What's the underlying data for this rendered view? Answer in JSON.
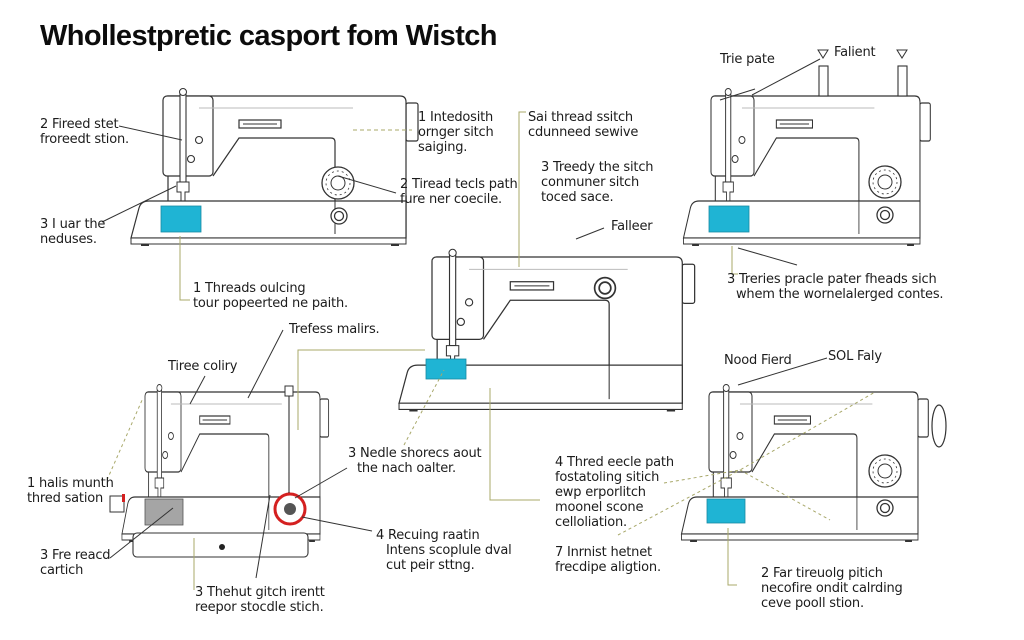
{
  "title": "Whollestpretic casport fom Wistch",
  "colors": {
    "outline": "#333333",
    "needle_plate": "#1fb4d4",
    "gray_plate": "#9a9a9a",
    "leader_line": "#a8a86a",
    "highlight_ring": "#d42020",
    "text": "#1c1c1c"
  },
  "machines": [
    {
      "id": "top-left",
      "labels": [
        {
          "lines": [
            "2 Fireed stet",
            "froreedt stion."
          ]
        },
        {
          "lines": [
            "3 I uar the",
            "neduses."
          ]
        },
        {
          "lines": [
            "1 Threads oulcing",
            "tour popeerted ne paith."
          ]
        },
        {
          "lines": [
            "1 Intedosith",
            "ornger sitch",
            "saiging."
          ]
        },
        {
          "lines": [
            "2 Tiread tecls path",
            "fure ner coecile."
          ]
        }
      ]
    },
    {
      "id": "center",
      "labels": [
        {
          "lines": [
            "Sai thread ssitch",
            "cdunneed sewive"
          ]
        },
        {
          "lines": [
            "3 Treedy the sitch",
            "conmuner sitch",
            "toced sace."
          ]
        },
        {
          "lines": [
            "Falleer"
          ]
        }
      ]
    },
    {
      "id": "top-right",
      "labels": [
        {
          "lines": [
            "Trie pate"
          ]
        },
        {
          "lines": [
            "Falient"
          ]
        },
        {
          "lines": [
            "3 Treries pracle pater fheads sich",
            "whem the wornelalerged contes."
          ]
        }
      ]
    },
    {
      "id": "bottom-left",
      "labels": [
        {
          "lines": [
            "Trefess malirs."
          ]
        },
        {
          "lines": [
            "Tiree coliry"
          ]
        },
        {
          "lines": [
            "1 halis munth",
            "thred sation"
          ]
        },
        {
          "lines": [
            "3 Nedle shorecs aout",
            "the nach oalter."
          ]
        },
        {
          "lines": [
            "3 Fre reacd",
            "cartich"
          ]
        },
        {
          "lines": [
            "4 Recuing raatin",
            "Intens scoplule dval",
            "cut peir sttng."
          ]
        },
        {
          "lines": [
            "3 Thehut gitch irentt",
            "reepor stocdle stich."
          ]
        }
      ]
    },
    {
      "id": "bottom-right",
      "labels": [
        {
          "lines": [
            "Nood Fierd"
          ]
        },
        {
          "lines": [
            "SOL Faly"
          ]
        },
        {
          "lines": [
            "4 Thred eecle path",
            "fostatoling sitich",
            "ewp erporlitch",
            "moonel scone",
            "celloliation."
          ]
        },
        {
          "lines": [
            "7 Inrnist hetnet",
            "frecdipe aligtion."
          ]
        },
        {
          "lines": [
            "2 Far tireuolg pitich",
            "necofire ondit calrding",
            "ceve pooll stion."
          ]
        }
      ]
    }
  ]
}
